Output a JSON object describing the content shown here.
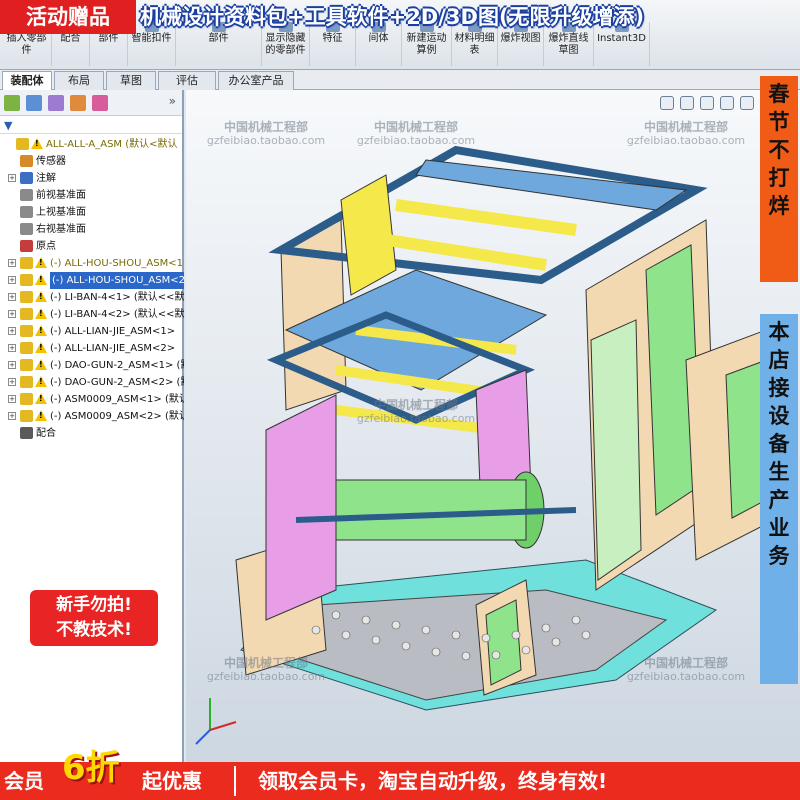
{
  "promo": {
    "tag": "活动赠品",
    "headline": "机械设计资料包+工具软件+2D/3D图(无限升级增添)"
  },
  "ribbon": {
    "buttons": [
      {
        "label": "插入零部件"
      },
      {
        "label": "配合"
      },
      {
        "label": "部件"
      },
      {
        "label": "智能扣件"
      },
      {
        "label": "部件"
      },
      {
        "label": "显示隐藏的零部件"
      },
      {
        "label": "特征"
      },
      {
        "label": "间体"
      },
      {
        "label": "新建运动算例"
      },
      {
        "label": "材料明细表"
      },
      {
        "label": "爆炸视图"
      },
      {
        "label": "爆炸直线草图"
      },
      {
        "label": "Instant3D"
      }
    ]
  },
  "tabs": [
    {
      "label": "装配体",
      "active": true
    },
    {
      "label": "布局",
      "active": false
    },
    {
      "label": "草图",
      "active": false
    },
    {
      "label": "评估",
      "active": false
    },
    {
      "label": "办公室产品",
      "active": false
    }
  ],
  "tree": {
    "items": [
      {
        "label": "ALL-ALL-A_ASM (默认<默认",
        "icon": "assembly-icon",
        "warn": true,
        "expand": false,
        "dim": true,
        "indent": 0
      },
      {
        "label": "传感器",
        "icon": "sensor-icon",
        "warn": false,
        "expand": false,
        "indent": 1
      },
      {
        "label": "注解",
        "icon": "annotation-icon",
        "warn": false,
        "expand": true,
        "indent": 1
      },
      {
        "label": "前视基准面",
        "icon": "plane-icon",
        "warn": false,
        "expand": false,
        "indent": 1
      },
      {
        "label": "上视基准面",
        "icon": "plane-icon",
        "warn": false,
        "expand": false,
        "indent": 1
      },
      {
        "label": "右视基准面",
        "icon": "plane-icon",
        "warn": false,
        "expand": false,
        "indent": 1
      },
      {
        "label": "原点",
        "icon": "origin-icon",
        "warn": false,
        "expand": false,
        "indent": 1
      },
      {
        "label": "(-) ALL-HOU-SHOU_ASM<1>",
        "icon": "assembly-icon",
        "warn": true,
        "expand": true,
        "dim": true,
        "indent": 1
      },
      {
        "label": "(-) ALL-HOU-SHOU_ASM<2",
        "icon": "assembly-icon",
        "warn": true,
        "expand": true,
        "selected": true,
        "indent": 1
      },
      {
        "label": "(-) LI-BAN-4<1> (默认<<默",
        "icon": "assembly-icon",
        "warn": true,
        "expand": true,
        "indent": 1
      },
      {
        "label": "(-) LI-BAN-4<2> (默认<<默",
        "icon": "assembly-icon",
        "warn": true,
        "expand": true,
        "indent": 1
      },
      {
        "label": "(-) ALL-LIAN-JIE_ASM<1>",
        "icon": "assembly-icon",
        "warn": true,
        "expand": true,
        "indent": 1
      },
      {
        "label": "(-) ALL-LIAN-JIE_ASM<2>",
        "icon": "assembly-icon",
        "warn": true,
        "expand": true,
        "indent": 1
      },
      {
        "label": "(-) DAO-GUN-2_ASM<1> (默",
        "icon": "assembly-icon",
        "warn": true,
        "expand": true,
        "indent": 1
      },
      {
        "label": "(-) DAO-GUN-2_ASM<2> (默",
        "icon": "assembly-icon",
        "warn": true,
        "expand": true,
        "indent": 1
      },
      {
        "label": "(-) ASM0009_ASM<1> (默认",
        "icon": "assembly-icon",
        "warn": true,
        "expand": true,
        "indent": 1
      },
      {
        "label": "(-) ASM0009_ASM<2> (默认",
        "icon": "assembly-icon",
        "warn": true,
        "expand": true,
        "indent": 1
      },
      {
        "label": "配合",
        "icon": "mates-icon",
        "warn": false,
        "expand": false,
        "indent": 1
      }
    ]
  },
  "watermarks": [
    {
      "title": "中国机械工程部",
      "sub": "gzfeibiao.taobao.com"
    },
    {
      "title": "中国机械工程部",
      "sub": "gzfeibiao.taobao.com"
    },
    {
      "title": "中国机械工程部",
      "sub": "gzfeibiao.taobao.com"
    },
    {
      "title": "中国机械工程部",
      "sub": "gzfeibiao.taobao.com"
    },
    {
      "title": "中国机械工程部",
      "sub": "gzfeibiao.taobao.com"
    },
    {
      "title": "中国机械工程部",
      "sub": "gzfeibiao.taobao.com"
    }
  ],
  "side_badges": {
    "spring": [
      "春",
      "节",
      "不",
      "打",
      "烊"
    ],
    "repair": [
      "本",
      "店",
      "接",
      "设",
      "备",
      "生",
      "产",
      "业",
      "务"
    ]
  },
  "newbie": {
    "line1": "新手勿拍!",
    "line2": "不教技术!"
  },
  "bottom": {
    "member": "会员",
    "discount": "6折",
    "suffix": "起优惠",
    "message": "领取会员卡，淘宝自动升级，终身有效!"
  },
  "colors": {
    "promo_red": "#e02020",
    "headline_outline": "#1a3fa0",
    "spring_orange": "#f05b16",
    "repair_blue": "#6fb0e8",
    "machine_beige": "#f3d9b1",
    "machine_blue": "#6fa8dc",
    "machine_yellow": "#f5e84a",
    "machine_cyan": "#6fe0dc",
    "machine_green": "#8fe38a",
    "machine_pink": "#e89ee6"
  }
}
